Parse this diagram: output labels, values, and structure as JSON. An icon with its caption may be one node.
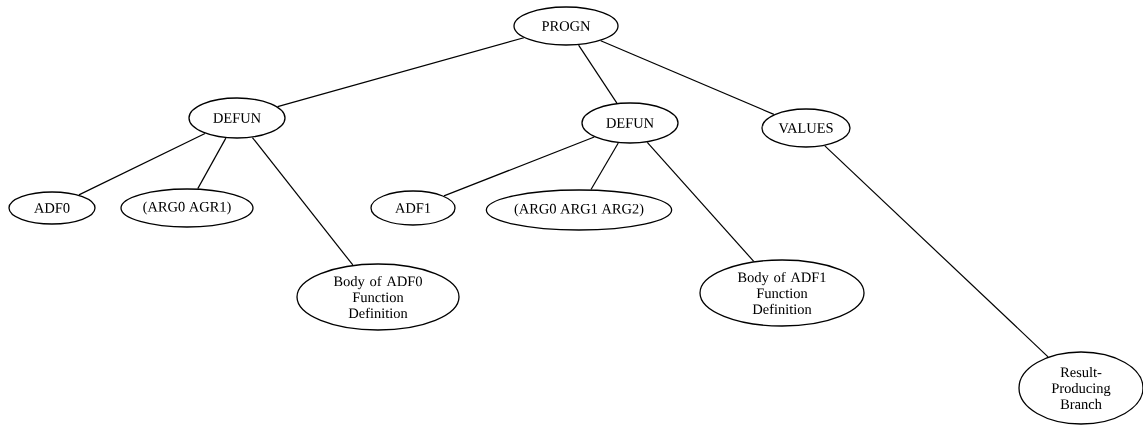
{
  "diagram": {
    "nodes": [
      {
        "text": [
          "PROGN"
        ]
      },
      {
        "text": [
          "DEFUN"
        ]
      },
      {
        "text": [
          "DEFUN"
        ]
      },
      {
        "text": [
          "VALUES"
        ]
      },
      {
        "text": [
          "ADF0"
        ]
      },
      {
        "text": [
          "(ARG0 AGR1)"
        ]
      },
      {
        "text": [
          "Body of ADF0 Function Definition"
        ]
      },
      {
        "text": [
          "ADF1"
        ]
      },
      {
        "text": [
          "(ARG0 ARG1 ARG2)"
        ]
      },
      {
        "text": [
          "Body of ADF1 Function Definition"
        ]
      },
      {
        "text": [
          "Result-Producing Branch"
        ]
      }
    ],
    "edges": [
      {
        "from": 0,
        "to": 1,
        "arrow": "none"
      },
      {
        "from": 0,
        "to": 2,
        "arrow": "none"
      },
      {
        "from": 0,
        "to": 3,
        "arrow": "none"
      },
      {
        "from": 1,
        "to": 4,
        "arrow": "none"
      },
      {
        "from": 1,
        "to": 5,
        "arrow": "none"
      },
      {
        "from": 1,
        "to": 6,
        "arrow": "none"
      },
      {
        "from": 2,
        "to": 7,
        "arrow": "none"
      },
      {
        "from": 2,
        "to": 8,
        "arrow": "none"
      },
      {
        "from": 2,
        "to": 9,
        "arrow": "none"
      },
      {
        "from": 3,
        "to": 10,
        "arrow": "none"
      }
    ]
  }
}
